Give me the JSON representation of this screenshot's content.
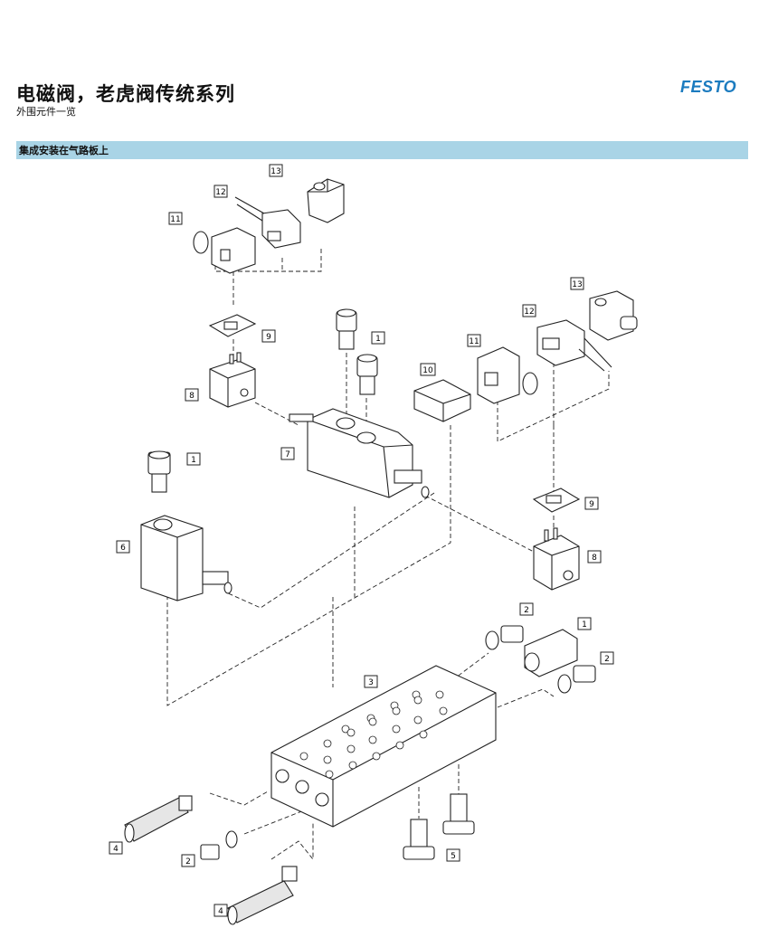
{
  "header": {
    "title": "电磁阀，老虎阀传统系列",
    "subtitle": "外围元件一览",
    "logo": "FESTO",
    "brand_color": "#1b7bbf"
  },
  "section": {
    "heading": "集成安装在气路板上",
    "band_color": "#a9d4e6"
  },
  "diagram": {
    "labels": {
      "l13a": "13",
      "l12a": "12",
      "l11a": "11",
      "l9a": "9",
      "l8a": "8",
      "l1a": "1",
      "l10": "10",
      "l7": "7",
      "l1b": "1",
      "l6": "6",
      "l13b": "13",
      "l12b": "12",
      "l11b": "11",
      "l9b": "9",
      "l8b": "8",
      "l2a": "2",
      "l1c": "1",
      "l2b": "2",
      "l3": "3",
      "l4a": "4",
      "l2c": "2",
      "l5": "5",
      "l4b": "4"
    }
  }
}
